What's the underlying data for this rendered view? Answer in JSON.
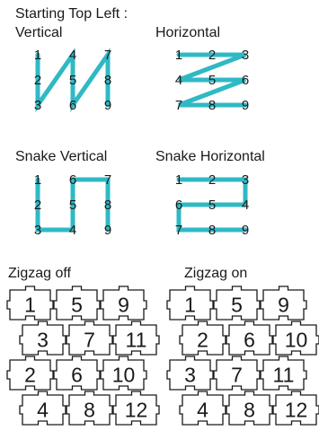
{
  "header": {
    "title": "Starting Top Left :"
  },
  "colors": {
    "path": "#2fb9c4",
    "ink": "#1a1a1a",
    "background": "#ffffff"
  },
  "patterns": {
    "vertical": {
      "label": "Vertical",
      "grid": [
        [
          "1",
          "4",
          "7"
        ],
        [
          "2",
          "5",
          "8"
        ],
        [
          "3",
          "6",
          "9"
        ]
      ],
      "order": [
        "1",
        "2",
        "3",
        "4",
        "5",
        "6",
        "7",
        "8",
        "9"
      ]
    },
    "horizontal": {
      "label": "Horizontal",
      "grid": [
        [
          "1",
          "2",
          "3"
        ],
        [
          "4",
          "5",
          "6"
        ],
        [
          "7",
          "8",
          "9"
        ]
      ],
      "order": [
        "1",
        "2",
        "3",
        "4",
        "5",
        "6",
        "7",
        "8",
        "9"
      ]
    },
    "snake_vertical": {
      "label": "Snake Vertical",
      "grid": [
        [
          "1",
          "6",
          "7"
        ],
        [
          "2",
          "5",
          "8"
        ],
        [
          "3",
          "4",
          "9"
        ]
      ],
      "order": [
        "1",
        "2",
        "3",
        "4",
        "5",
        "6",
        "7",
        "8",
        "9"
      ]
    },
    "snake_horizontal": {
      "label": "Snake Horizontal",
      "grid": [
        [
          "1",
          "2",
          "3"
        ],
        [
          "6",
          "5",
          "4"
        ],
        [
          "7",
          "8",
          "9"
        ]
      ],
      "order": [
        "1",
        "2",
        "3",
        "4",
        "5",
        "6",
        "7",
        "8",
        "9"
      ]
    }
  },
  "zigzag": {
    "off": {
      "label": "Zigzag off",
      "rows": [
        [
          "1",
          "5",
          "9"
        ],
        [
          "3",
          "7",
          "11"
        ],
        [
          "2",
          "6",
          "10"
        ],
        [
          "4",
          "8",
          "12"
        ]
      ]
    },
    "on": {
      "label": "Zigzag on",
      "rows": [
        [
          "1",
          "5",
          "9"
        ],
        [
          "2",
          "6",
          "10"
        ],
        [
          "3",
          "7",
          "11"
        ],
        [
          "4",
          "8",
          "12"
        ]
      ]
    }
  }
}
